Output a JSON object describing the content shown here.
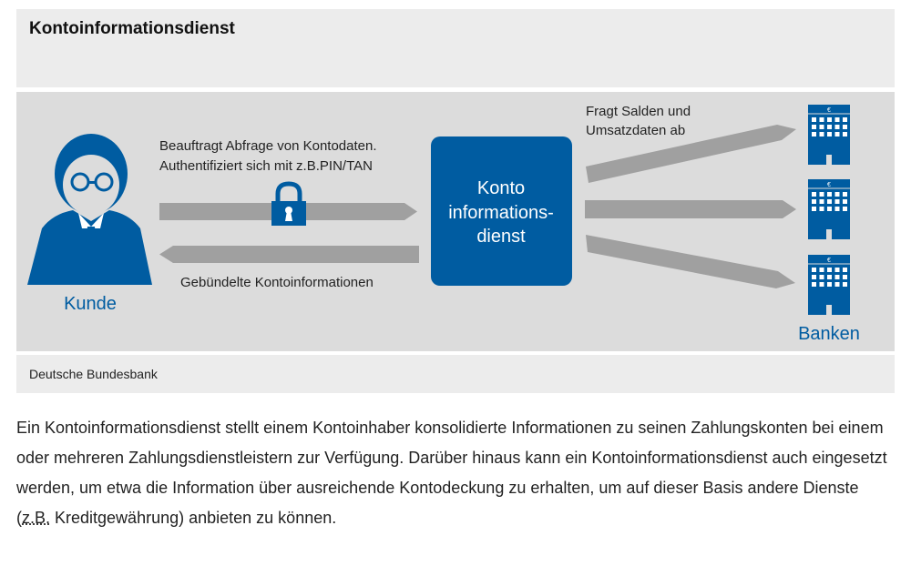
{
  "header": {
    "title": "Kontoinformationsdienst"
  },
  "diagram": {
    "customer_label": "Kunde",
    "request_line1": "Beauftragt Abfrage von Kontodaten.",
    "request_line2": "Authentifiziert sich mit z.B.PIN/TAN",
    "response_label": "Gebündelte Kontoinformationen",
    "service_line1": "Konto",
    "service_line2": "informations-",
    "service_line3": "dienst",
    "query_line1": "Fragt Salden und",
    "query_line2": "Umsatzdaten ab",
    "banks_label": "Banken",
    "bank_symbol": "€",
    "colors": {
      "blue": "#005ca1",
      "arrow": "#a0a0a0",
      "background": "#dcdcdc"
    }
  },
  "caption": {
    "source": "Deutsche Bundesbank"
  },
  "body": {
    "text_before": "Ein Kontoinformationsdienst stellt einem Kontoinhaber konsolidierte Informationen zu seinen Zahlungskonten bei einem oder mehreren Zahlungsdienstleistern zur Verfügung. Darüber hinaus kann ein Kontoinformationsdienst auch eingesetzt werden, um etwa die Information über ausreichende Kontodeckung zu erhalten, um auf dieser Basis andere Dienste (",
    "abbr": "z.B.",
    "text_after": " Kreditgewährung) anbieten zu können."
  }
}
